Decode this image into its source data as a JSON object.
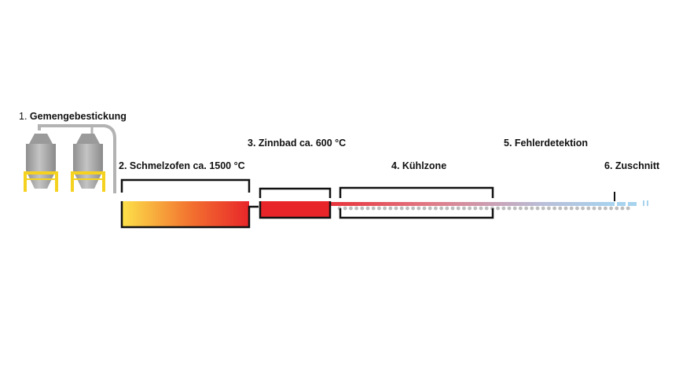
{
  "steps": {
    "s1": {
      "num": "1.",
      "label": "Gemengebestickung"
    },
    "s2": {
      "label": "2. Schmelzofen ca. 1500 °C"
    },
    "s3": {
      "label": "3. Zinnbad ca. 600 °C"
    },
    "s4": {
      "label": "4. Kühlzone"
    },
    "s5": {
      "label": "5. Fehlerdetektion"
    },
    "s6": {
      "label": "6. Zuschnitt"
    }
  },
  "colors": {
    "furnace_start": "#fde24a",
    "furnace_end": "#e8262a",
    "tin_bath": "#e8262a",
    "glass_cool_end": "#a7d3ef",
    "roller": "#bdbdbd",
    "silo_body": "#a9a9a9",
    "silo_frame": "#f5d21f",
    "pipe": "#b3b3b3",
    "outline": "#111111"
  }
}
